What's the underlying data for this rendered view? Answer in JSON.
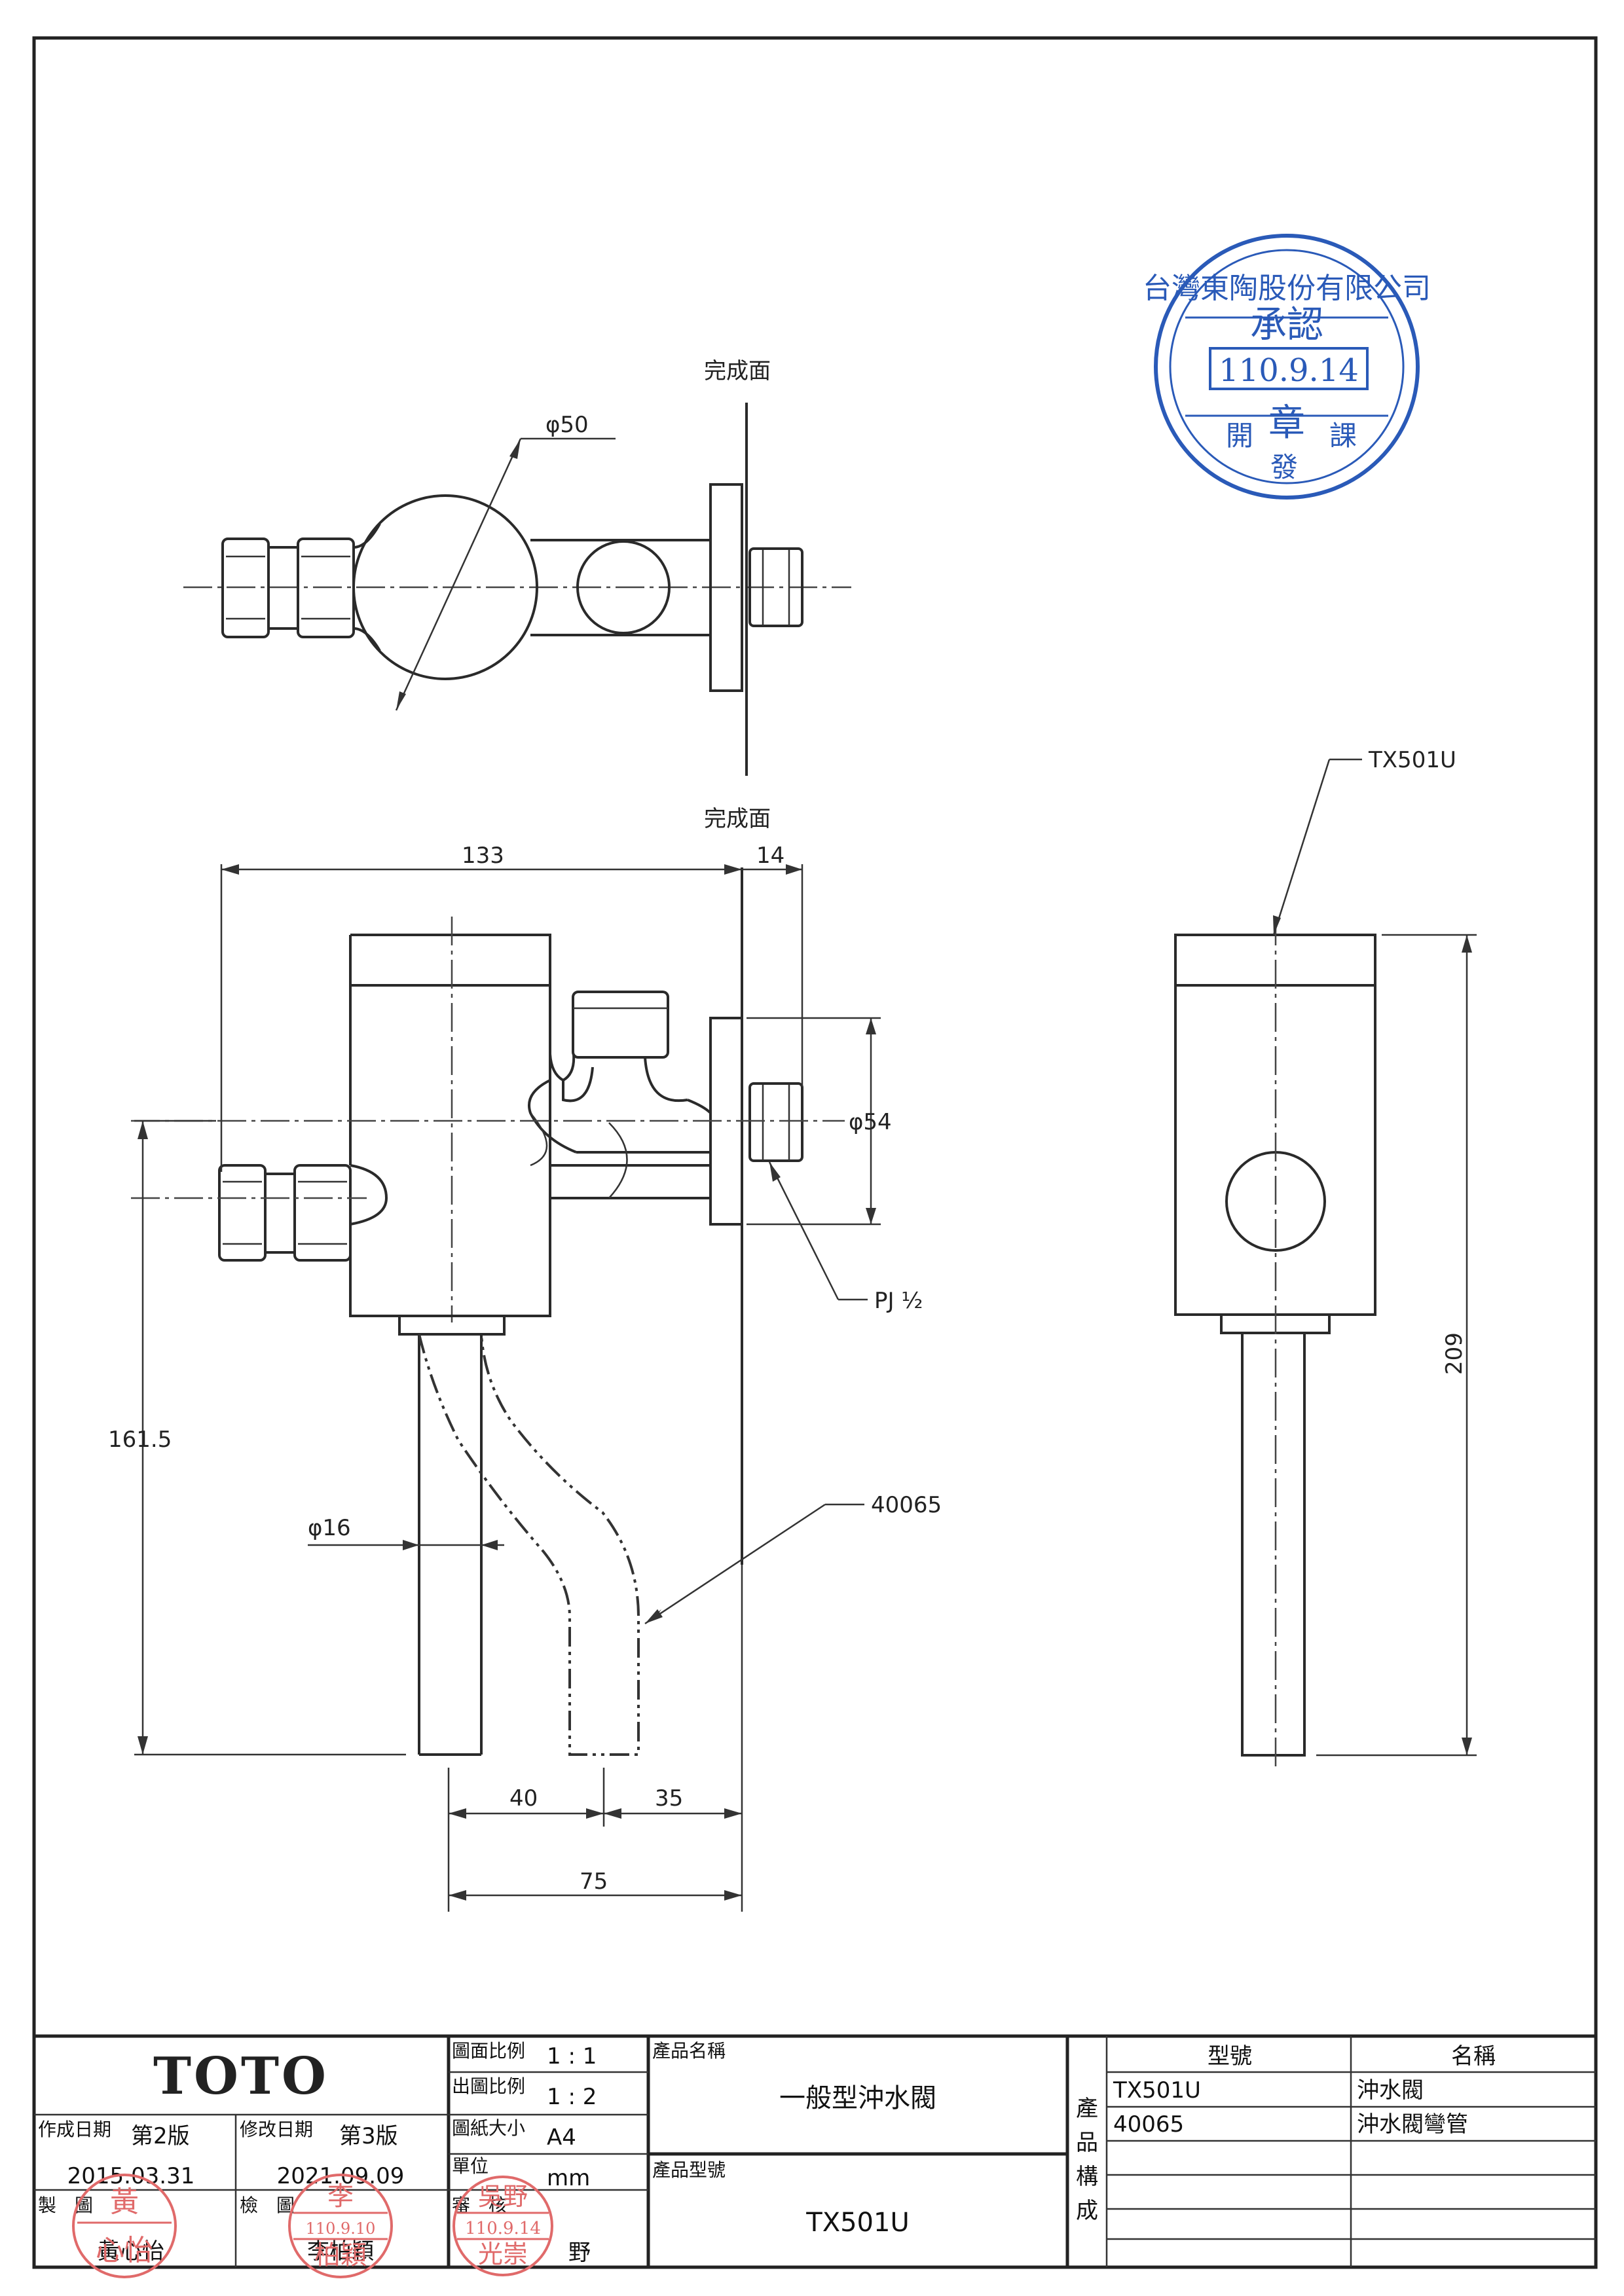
{
  "labels": {
    "finish_surface_top": "完成面",
    "finish_surface_front": "完成面",
    "dia_body": "φ50",
    "dia_flange": "φ54",
    "dia_pipe": "φ16",
    "thread": "PJ ½",
    "part_valve": "TX501U",
    "part_pipe": "40065"
  },
  "dimensions": {
    "d133": "133",
    "d14": "14",
    "d161_5": "161.5",
    "d40": "40",
    "d35": "35",
    "d75": "75",
    "d209": "209"
  },
  "approval_stamp": {
    "company": "台灣東陶股份有限公司",
    "title": "承認",
    "date": "110.9.14",
    "seal": "章",
    "dept_left": "開",
    "dept_mid": "發",
    "dept_right": "課"
  },
  "title_block": {
    "logo": "TOTO",
    "created_date_label": "作成日期",
    "created_version": "第2版",
    "created_date": "2015.03.31",
    "revised_date_label": "修改日期",
    "revised_version": "第3版",
    "revised_date": "2021.09.09",
    "maker_label": "製　圖",
    "maker_name": "黃心怡",
    "checker_label": "檢　圖",
    "checker_name": "李柏穎",
    "reviewer_label": "審　核",
    "reviewer_name": "野",
    "scale_drawing_label": "圖面比例",
    "scale_drawing": "1 : 1",
    "scale_output_label": "出圖比例",
    "scale_output": "1 : 2",
    "paper_label": "圖紙大小",
    "paper": "A4",
    "unit_label": "單位",
    "unit": "mm",
    "product_name_label": "產品名稱",
    "product_name": "一般型沖水閥",
    "product_model_label": "產品型號",
    "product_model": "TX501U",
    "composition_label": [
      "產",
      "品",
      "構",
      "成"
    ],
    "parts_header": [
      "型號",
      "名稱"
    ],
    "parts": [
      {
        "model": "TX501U",
        "name": "沖水閥"
      },
      {
        "model": "40065",
        "name": "沖水閥彎管"
      }
    ]
  },
  "seal_marks": {
    "maker_seal": [
      "黃",
      "心怡"
    ],
    "checker_seal": [
      "李",
      "110.9.10",
      "柏穎"
    ],
    "reviewer_seal": [
      "吳野",
      "110.9.14",
      "光崇"
    ]
  }
}
